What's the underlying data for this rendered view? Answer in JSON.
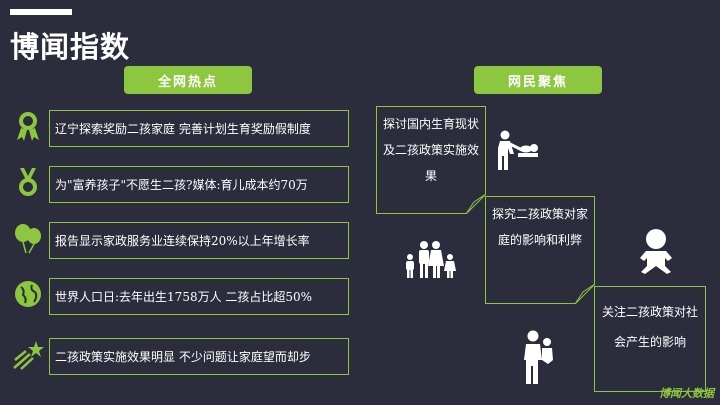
{
  "page": {
    "title": "博闻指数",
    "brand": "博闻大数据"
  },
  "sections": {
    "left_header": "全网热点",
    "right_header": "网民聚焦"
  },
  "hot_topics": [
    {
      "text": "辽宁探索奖励二孩家庭 完善计划生育奖励假制度",
      "icon": "award-ribbon-icon"
    },
    {
      "text": "为\"富养孩子\"不愿生二孩?媒体:育儿成本约70万",
      "icon": "medal-icon"
    },
    {
      "text": "报告显示家政服务业连续保持20%以上年增长率",
      "icon": "balloons-icon"
    },
    {
      "text": "世界人口日:去年出生1758万人 二孩占比超50%",
      "icon": "globe-icon"
    },
    {
      "text": "二孩政策实施效果明显 不少问题让家庭望而却步",
      "icon": "shooting-star-icon"
    }
  ],
  "focus_notes": [
    {
      "text": "探讨国内生育现状及二孩政策实施效果"
    },
    {
      "text": "探究二孩政策对家庭的影响和利弊"
    },
    {
      "text": "关注二孩政策对社会产生的影响"
    }
  ],
  "colors": {
    "accent": "#8dc63f",
    "background": "#2b2d3c"
  }
}
